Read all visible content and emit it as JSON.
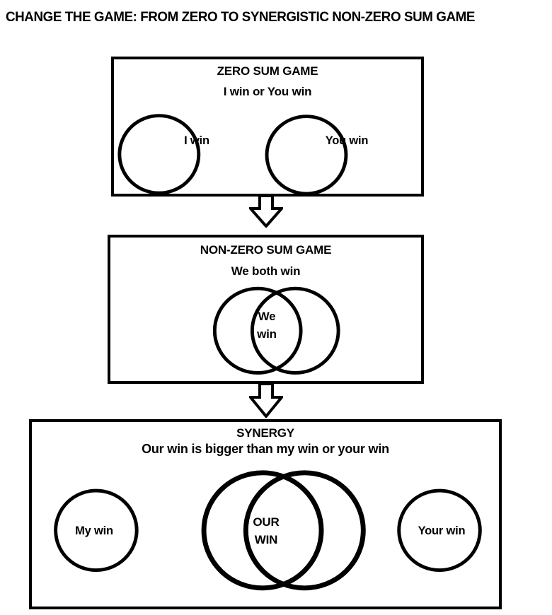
{
  "page": {
    "title": "CHANGE THE GAME: FROM ZERO TO SYNERGISTIC  NON-ZERO SUM GAME",
    "background_color": "#ffffff",
    "stroke_color": "#000000"
  },
  "stages": [
    {
      "id": "zero-sum-game",
      "header": "ZERO SUM GAME",
      "subtitle": "I win or You win",
      "circles": [
        {
          "label": "I win"
        },
        {
          "label": "You win"
        }
      ]
    },
    {
      "id": "non-zero-sum-game",
      "header": "NON-ZERO SUM GAME",
      "subtitle": "We both win",
      "circles": [
        {
          "label_line1": "We",
          "label_line2": "win"
        }
      ]
    },
    {
      "id": "synergy",
      "header": "SYNERGY",
      "subtitle": "Our win is bigger than my win or your win",
      "circles": [
        {
          "label": "My win"
        },
        {
          "label_line1": "OUR",
          "label_line2": "WIN"
        },
        {
          "label": "Your win"
        }
      ]
    }
  ],
  "arrows": [
    {
      "name": "arrow-zero-to-nonzero",
      "direction": "down",
      "style": "hollow-block"
    },
    {
      "name": "arrow-nonzero-to-synergy",
      "direction": "down",
      "style": "hollow-block"
    }
  ]
}
